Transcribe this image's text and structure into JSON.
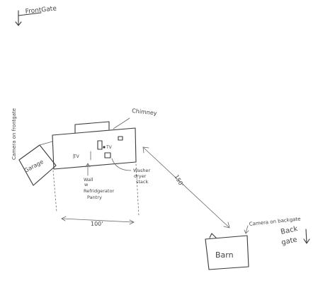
{
  "labels": {
    "front_gate": "FrontGate",
    "camera_front": "Camera on frontgate",
    "chimney": "Chimney",
    "garage": "Garage",
    "tv_left": "TV",
    "tv_right": "TV",
    "wall_line1": "Wall",
    "wall_line2": "w",
    "wall_line3": "Refridgerator",
    "wall_line4": "Pantry",
    "washer_line1": "Washer",
    "washer_line2": "dryer",
    "washer_line3": "stack",
    "distance_house": "100'",
    "distance_barn": "150'",
    "barn": "Barn",
    "camera_back": "Camera on backgate",
    "back_gate_line1": "Back",
    "back_gate_line2": "gate"
  }
}
